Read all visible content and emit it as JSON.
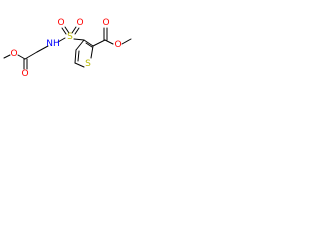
{
  "molecule": {
    "atoms": {
      "oxygen_ether_left": "O",
      "oxygen_carbonyl_left": "O",
      "nitrogen_h": "NH",
      "sulfur_sulfonyl": "S",
      "oxygen_sulfonyl_top_left": "O",
      "oxygen_sulfonyl_top_right": "O",
      "oxygen_carbonyl_right": "O",
      "oxygen_ether_right": "O",
      "sulfur_ring": "S"
    },
    "colors": {
      "oxygen": "#ff0000",
      "nitrogen": "#0000ff",
      "sulfur": "#b8b800",
      "bond": "#000000"
    }
  }
}
